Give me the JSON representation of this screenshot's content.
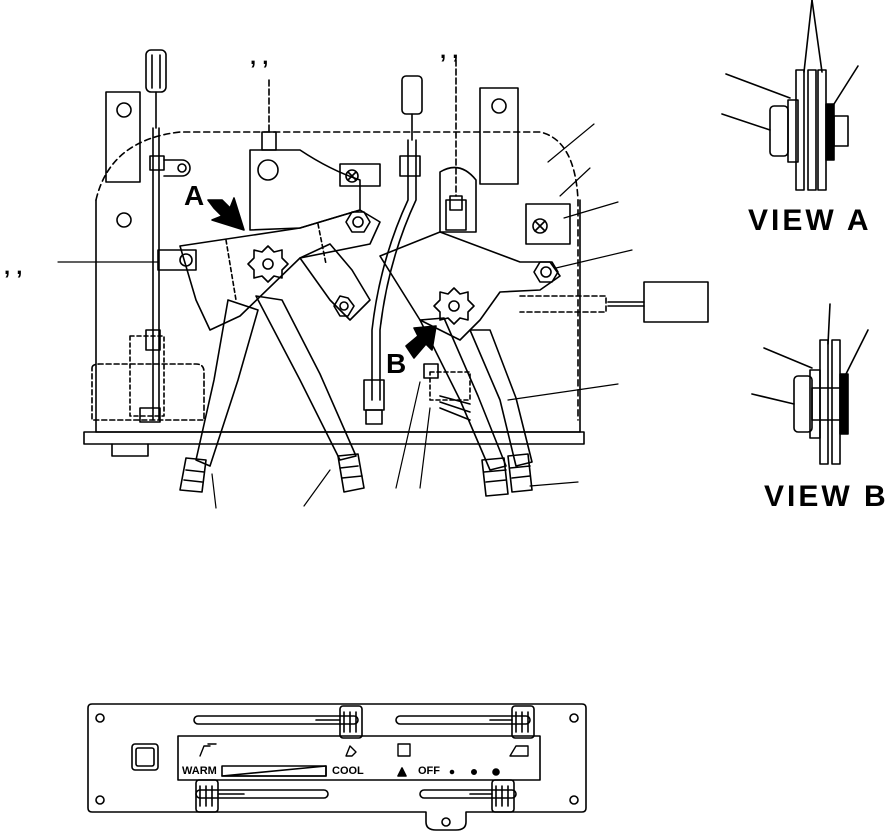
{
  "views": {
    "view_a": "VIEW  A",
    "view_b": "VIEW  B"
  },
  "arrows": {
    "a": "A",
    "b": "B"
  },
  "callouts": {
    "top_left": ", ,",
    "top_mid": ", ,",
    "left": ", ,"
  },
  "panel": {
    "warm": "WARM",
    "cool": "COOL",
    "off": "OFF"
  },
  "colors": {
    "ink": "#000000",
    "paper": "#ffffff"
  }
}
